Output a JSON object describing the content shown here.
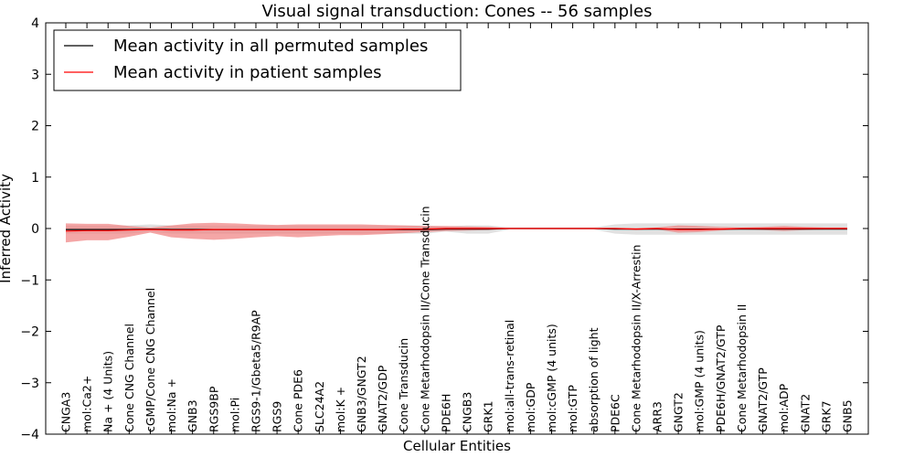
{
  "chart_data": {
    "type": "line",
    "title": "Visual signal transduction: Cones -- 56 samples",
    "xlabel": "Cellular Entities",
    "ylabel": "Inferred Activity",
    "ylim": [
      -4,
      4
    ],
    "yticks": [
      -4,
      -3,
      -2,
      -1,
      0,
      1,
      2,
      3,
      4
    ],
    "ytick_labels": [
      "−4",
      "−3",
      "−2",
      "−1",
      "0",
      "1",
      "2",
      "3",
      "4"
    ],
    "grid": false,
    "legend_position": "top-left",
    "categories": [
      "CNGA3",
      "mol:Ca2+",
      "Na + (4 Units)",
      "Cone CNG Channel",
      "cGMP/Cone CNG Channel",
      "mol:Na +",
      "GNB3",
      "RGS9BP",
      "mol:Pi",
      "RGS9-1/Gbeta5/R9AP",
      "RGS9",
      "Cone PDE6",
      "SLC24A2",
      "mol:K +",
      "GNB3/GNGT2",
      "GNAT2/GDP",
      "Cone Transducin",
      "Cone Metarhodopsin II/Cone Transducin",
      "PDE6H",
      "CNGB3",
      "GRK1",
      "mol:all-trans-retinal",
      "mol:GDP",
      "mol:cGMP (4 units)",
      "mol:GTP",
      "absorption of light",
      "PDE6C",
      "Cone Metarhodopsin II/X-Arrestin",
      "ARR3",
      "GNGT2",
      "mol:GMP (4 units)",
      "PDE6H/GNAT2/GTP",
      "Cone Metarhodopsin II",
      "GNAT2/GTP",
      "mol:ADP",
      "GNAT2",
      "GRK7",
      "GNB5"
    ],
    "series": [
      {
        "name": "Mean activity in all permuted samples",
        "color": "#000000",
        "band_color": "#d9d9d9",
        "values": [
          -0.02,
          -0.02,
          -0.02,
          -0.02,
          -0.01,
          -0.02,
          -0.02,
          -0.02,
          -0.02,
          -0.02,
          -0.02,
          -0.02,
          -0.02,
          -0.02,
          -0.02,
          -0.02,
          -0.02,
          -0.02,
          -0.01,
          -0.01,
          -0.01,
          0.0,
          0.0,
          0.0,
          0.0,
          0.0,
          -0.01,
          -0.01,
          -0.01,
          -0.01,
          -0.01,
          -0.01,
          -0.01,
          -0.01,
          -0.01,
          -0.01,
          -0.01,
          -0.01
        ],
        "upper": [
          0.06,
          0.06,
          0.06,
          0.06,
          0.08,
          0.06,
          0.06,
          0.06,
          0.06,
          0.06,
          0.06,
          0.06,
          0.06,
          0.06,
          0.06,
          0.06,
          0.06,
          0.06,
          0.04,
          0.06,
          0.06,
          0.02,
          0.02,
          0.02,
          0.02,
          0.02,
          0.08,
          0.1,
          0.1,
          0.1,
          0.1,
          0.1,
          0.1,
          0.1,
          0.1,
          0.1,
          0.1,
          0.1
        ],
        "lower": [
          -0.1,
          -0.1,
          -0.1,
          -0.1,
          -0.06,
          -0.1,
          -0.1,
          -0.1,
          -0.1,
          -0.1,
          -0.1,
          -0.1,
          -0.1,
          -0.1,
          -0.1,
          -0.1,
          -0.1,
          -0.1,
          -0.06,
          -0.1,
          -0.1,
          -0.02,
          -0.02,
          -0.02,
          -0.02,
          -0.02,
          -0.1,
          -0.12,
          -0.12,
          -0.12,
          -0.12,
          -0.12,
          -0.12,
          -0.12,
          -0.12,
          -0.12,
          -0.12,
          -0.12
        ]
      },
      {
        "name": "Mean activity in patient samples",
        "color": "#ff0000",
        "band_color": "#f08080",
        "values": [
          -0.05,
          -0.04,
          -0.04,
          -0.03,
          -0.02,
          -0.03,
          -0.03,
          -0.02,
          -0.02,
          -0.02,
          -0.02,
          -0.02,
          -0.02,
          -0.02,
          -0.02,
          -0.02,
          -0.01,
          -0.01,
          0.0,
          0.0,
          0.0,
          0.0,
          0.0,
          0.0,
          0.0,
          0.0,
          0.0,
          -0.01,
          0.0,
          -0.02,
          -0.02,
          -0.01,
          0.0,
          0.0,
          0.0,
          0.0,
          0.0,
          0.0
        ],
        "upper": [
          0.1,
          0.09,
          0.09,
          0.05,
          0.02,
          0.06,
          0.1,
          0.11,
          0.1,
          0.08,
          0.07,
          0.08,
          0.08,
          0.08,
          0.08,
          0.07,
          0.06,
          0.05,
          0.05,
          0.04,
          0.03,
          0.01,
          0.01,
          0.01,
          0.01,
          0.01,
          0.01,
          0.01,
          0.02,
          0.06,
          0.05,
          0.03,
          0.02,
          0.03,
          0.05,
          0.03,
          0.02,
          0.02
        ],
        "lower": [
          -0.27,
          -0.23,
          -0.23,
          -0.16,
          -0.08,
          -0.17,
          -0.2,
          -0.22,
          -0.2,
          -0.17,
          -0.15,
          -0.17,
          -0.15,
          -0.13,
          -0.13,
          -0.11,
          -0.09,
          -0.07,
          -0.05,
          -0.04,
          -0.03,
          -0.01,
          -0.01,
          -0.01,
          -0.01,
          -0.01,
          -0.01,
          -0.03,
          -0.02,
          -0.08,
          -0.07,
          -0.04,
          -0.02,
          -0.03,
          -0.05,
          -0.03,
          -0.02,
          -0.02
        ]
      }
    ]
  }
}
